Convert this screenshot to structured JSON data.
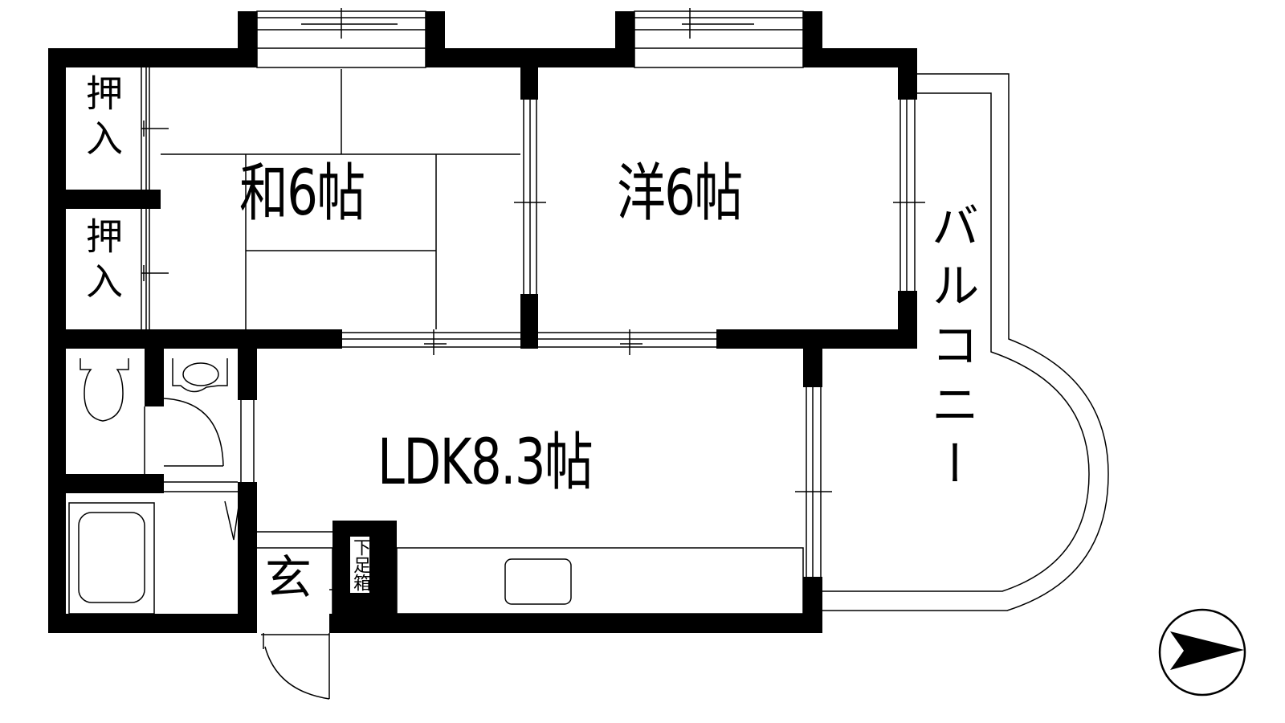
{
  "floor_plan": {
    "rooms": [
      {
        "id": "washitsu",
        "label": "和6帖",
        "type": "japanese-style room",
        "size_jo": 6
      },
      {
        "id": "youshitsu",
        "label": "洋6帖",
        "type": "western-style room",
        "size_jo": 6
      },
      {
        "id": "ldk",
        "label": "LDK8.3帖",
        "type": "living dining kitchen",
        "size_jo": 8.3
      }
    ],
    "closets": [
      {
        "id": "closet-upper",
        "label": "押入"
      },
      {
        "id": "closet-lower",
        "label": "押入"
      }
    ],
    "balcony": {
      "label": "バルコニー"
    },
    "entrance": {
      "label": "玄"
    },
    "shoe_box": {
      "label": "下足箱"
    },
    "fixtures": [
      "toilet",
      "washbasin",
      "bathtub",
      "kitchen-sink"
    ],
    "compass": {
      "direction": "east",
      "symbol": "north-arrow"
    }
  },
  "colors": {
    "wall": "#000000",
    "background": "#ffffff",
    "line": "#000000"
  }
}
